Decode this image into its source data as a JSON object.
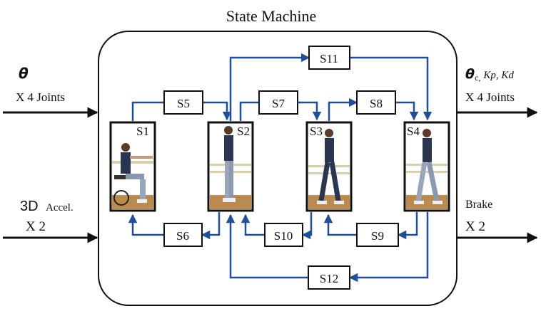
{
  "title": "State Machine",
  "inputs": {
    "theta_symbol": "θ",
    "theta_count": "X 4 Joints",
    "accel_prefix": "3D",
    "accel_word": "Accel.",
    "accel_count": "X 2"
  },
  "outputs": {
    "theta_symbol": "θ",
    "theta_sub": "c,",
    "gains": "Kp, Kd",
    "theta_count": "X 4 Joints",
    "brake_label": "Brake",
    "brake_count": "X 2"
  },
  "main_states": [
    "S1",
    "S2",
    "S3",
    "S4"
  ],
  "transitions": {
    "s5": "S5",
    "s6": "S6",
    "s7": "S7",
    "s8": "S8",
    "s9": "S9",
    "s10": "S10",
    "s11": "S11",
    "s12": "S12"
  },
  "colors": {
    "arrow_blue": "#1f4f9a",
    "border": "#111111"
  }
}
